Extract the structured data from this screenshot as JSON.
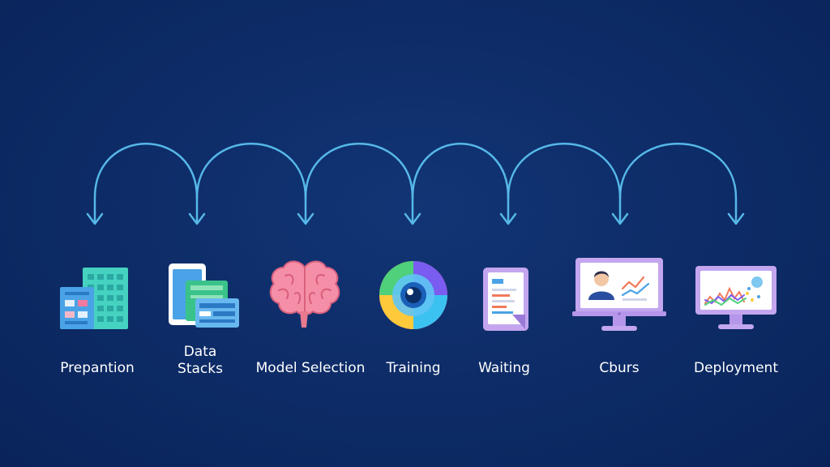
{
  "diagram": {
    "stages": [
      {
        "id": "preparation",
        "label_lines": [
          "Prepantion"
        ],
        "icon": "building-icon"
      },
      {
        "id": "data-stacks",
        "label_lines": [
          "Data",
          "Stacks"
        ],
        "icon": "document-stack-icon"
      },
      {
        "id": "model-selection",
        "label_lines": [
          "Model Selection"
        ],
        "icon": "brain-icon"
      },
      {
        "id": "training",
        "label_lines": [
          "Training"
        ],
        "icon": "eye-orb-icon"
      },
      {
        "id": "waiting",
        "label_lines": [
          "Waiting"
        ],
        "icon": "tablet-icon"
      },
      {
        "id": "courses",
        "label_lines": [
          "Cburs"
        ],
        "icon": "monitor-person-icon"
      },
      {
        "id": "deployment",
        "label_lines": [
          "Deployment"
        ],
        "icon": "monitor-chart-icon"
      }
    ],
    "colors": {
      "background": "#0d2b66",
      "arrow": "#56b8e8",
      "label": "#ffffff"
    }
  }
}
